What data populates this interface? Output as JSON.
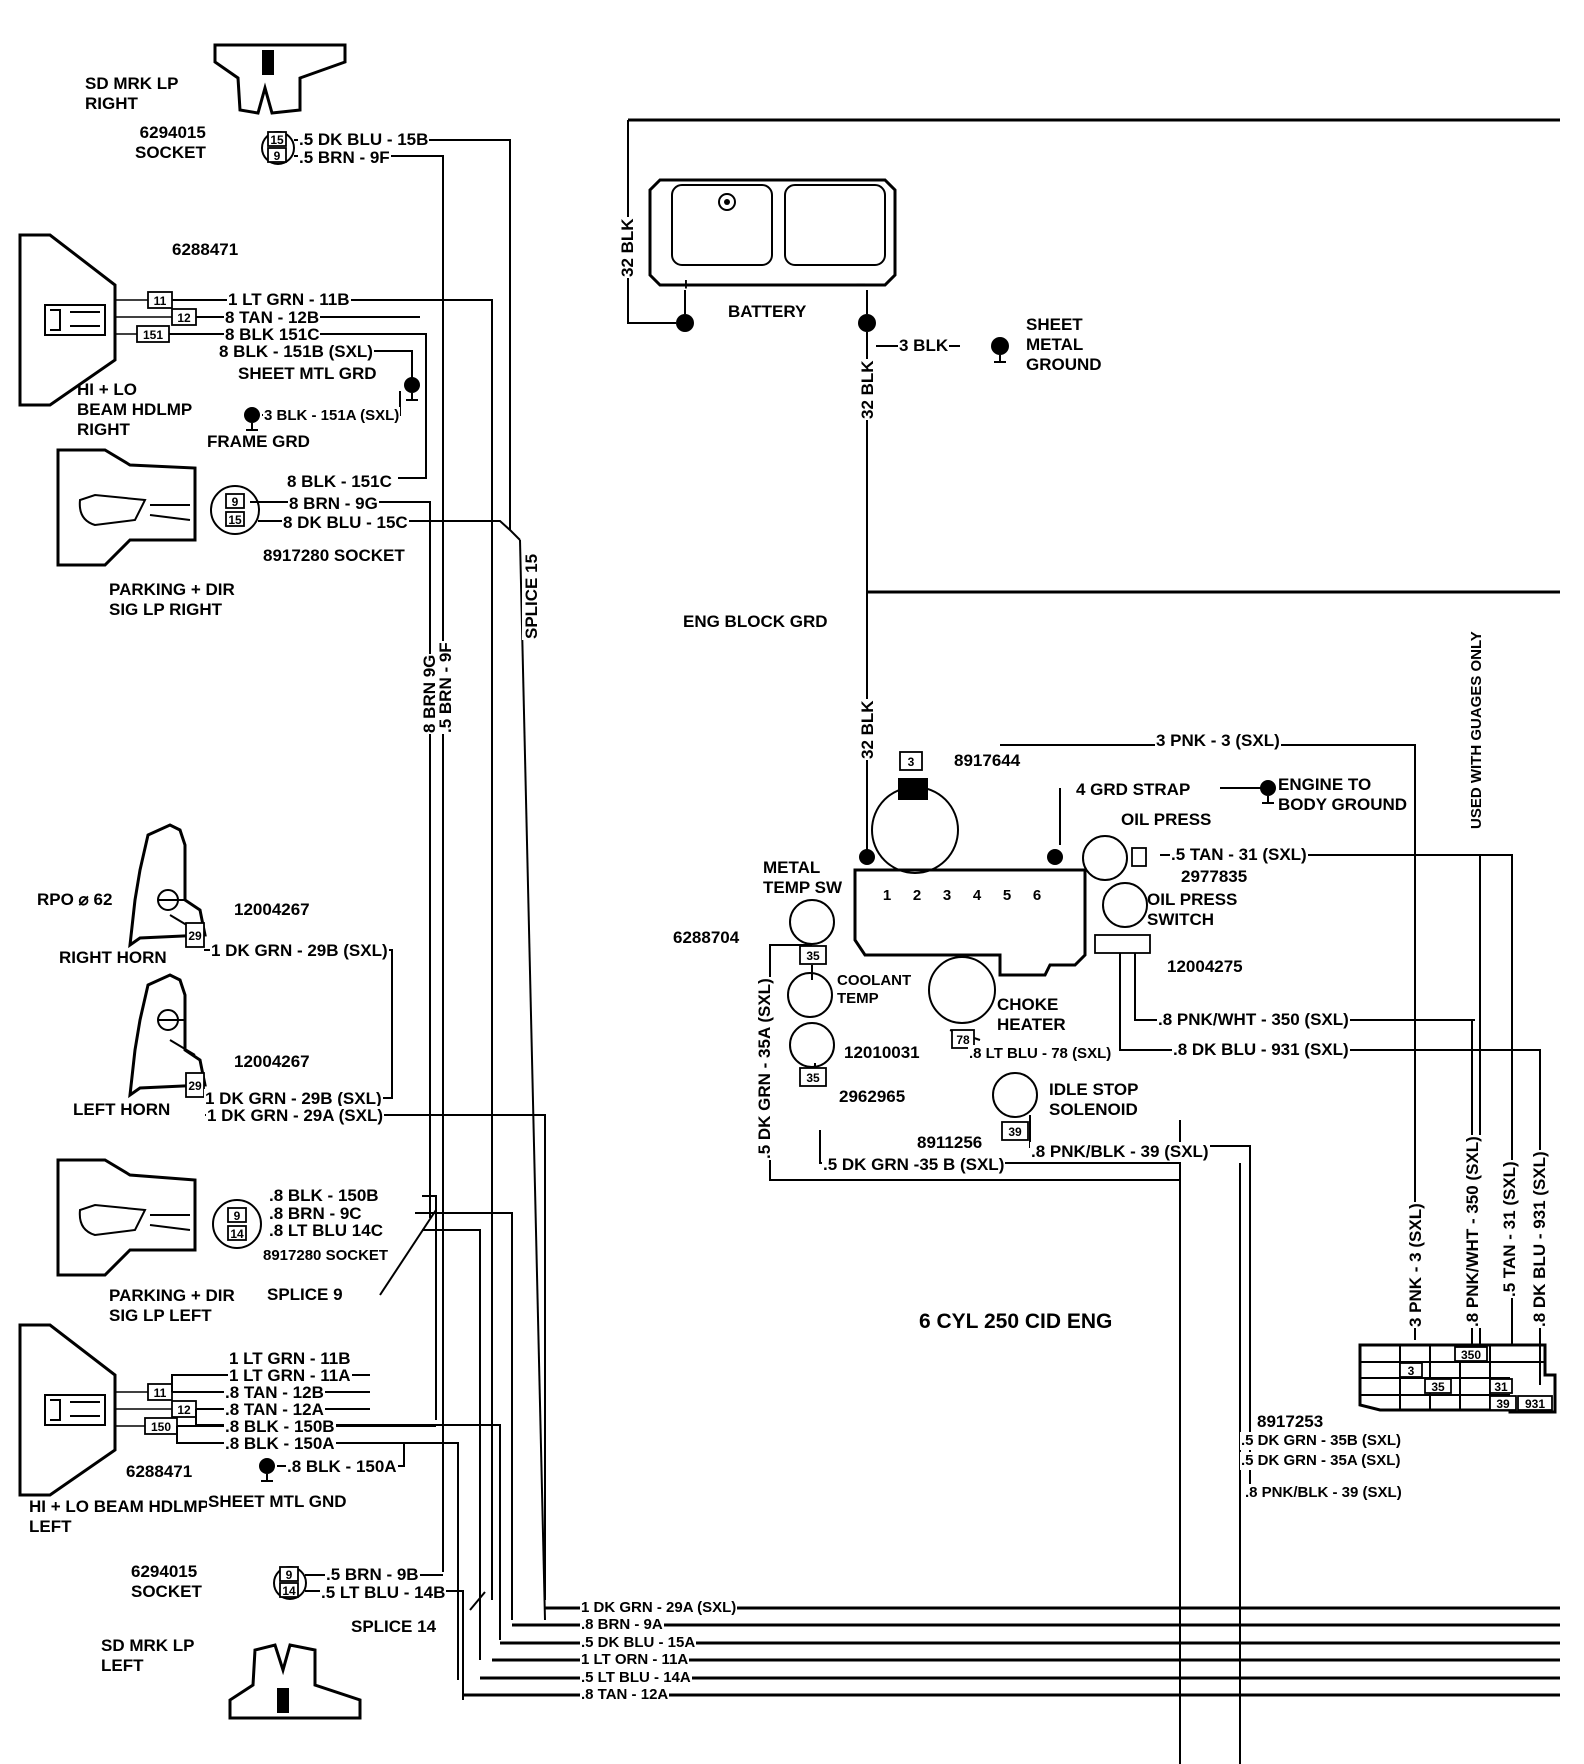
{
  "components": {
    "sd_mrk_right": {
      "name": "SD MRK LP\nRIGHT",
      "part": "6294015\nSOCKET"
    },
    "hdlmp_right": {
      "name": "HI + LO\nBEAM HDLMP\nRIGHT",
      "part": "6288471"
    },
    "sheet_mtl_grd": "SHEET MTL GRD",
    "frame_grd": "FRAME GRD",
    "park_right": {
      "name": "PARKING + DIR\nSIG LP RIGHT",
      "socket": "8917280 SOCKET"
    },
    "splice15": "SPLICE 15",
    "rpo": "RPO ⌀ 62",
    "right_horn": {
      "name": "RIGHT HORN",
      "part": "12004267"
    },
    "left_horn": {
      "name": "LEFT HORN",
      "part": "12004267"
    },
    "park_left": {
      "name": "PARKING + DIR\nSIG LP LEFT",
      "socket": "8917280 SOCKET"
    },
    "splice9": "SPLICE 9",
    "hdlmp_left": {
      "name": "HI + LO BEAM HDLMP\nLEFT",
      "part": "6288471"
    },
    "sheet_mtl_gnd": "SHEET MTL GND",
    "sd_mrk_left": {
      "name": "SD MRK LP\nLEFT",
      "part": "6294015\nSOCKET"
    },
    "splice14": "SPLICE 14",
    "battery": "BATTERY",
    "sheet_metal_ground": "SHEET\nMETAL\nGROUND",
    "eng_block_grd": "ENG BLOCK GRD",
    "alternator_part": "8917644",
    "grd_strap": "4 GRD STRAP",
    "engine_to_body": "ENGINE TO\nBODY GROUND",
    "oil_press": "OIL PRESS",
    "oil_press_part": "2977835",
    "oil_press_switch": "OIL PRESS\nSWITCH",
    "oil_press_switch_part": "12004275",
    "metal_temp": "METAL\nTEMP SW",
    "metal_temp_part": "6288704",
    "coolant_temp": "COOLANT\nTEMP",
    "coolant_part": "2962965",
    "choke_heater": "CHOKE\nHEATER",
    "choke_part": "12010031",
    "idle_stop": "IDLE STOP\nSOLENOID",
    "idle_part": "8911256",
    "used_with_gauges": "USED WITH GUAGES ONLY",
    "engine_label": "6 CYL 250 CID ENG",
    "connector_part": "8917253",
    "cylinder_numbers": [
      "1",
      "2",
      "3",
      "4",
      "5",
      "6"
    ]
  },
  "terminals": {
    "t15": "15",
    "t9": "9",
    "t11": "11",
    "t12": "12",
    "t151": "151",
    "t29": "29",
    "t150": "150",
    "t14": "14",
    "t3": "3",
    "t35": "35",
    "t78": "78",
    "t39": "39",
    "t350": "350",
    "t31": "31",
    "t931": "931",
    "plus": "+",
    "minus": "−"
  },
  "wires": {
    "w_15b": ".5 DK BLU - 15B",
    "w_9f": ".5 BRN - 9F",
    "w_11b": "1 LT GRN - 11B",
    "w_12b": "8 TAN - 12B",
    "w_151c": "8 BLK 151C",
    "w_151b": "8 BLK - 151B (SXL)",
    "w_151a": "3 BLK - 151A (SXL)",
    "w_151c2": "8 BLK - 151C",
    "w_9g": "8 BRN - 9G",
    "w_15c": "8 DK BLU - 15C",
    "w_v_9g": "8 BRN 9G",
    "w_v_9f": ".5 BRN - 9F",
    "w_29b": "1 DK GRN - 29B (SXL)",
    "w_29b2": "1 DK GRN - 29B (SXL)",
    "w_29a": "1 DK GRN - 29A (SXL)",
    "w_150b": ".8 BLK - 150B",
    "w_9c": ".8 BRN - 9C",
    "w_14c": ".8 LT BLU 14C",
    "w_11b2": "1 LT GRN - 11B",
    "w_11a": "1 LT GRN - 11A",
    "w_12b2": ".8 TAN - 12B",
    "w_12a": ".8 TAN - 12A",
    "w_150b2": ".8 BLK - 150B",
    "w_150a": ".8 BLK - 150A",
    "w_150a2": ".8 BLK - 150A",
    "w_9b": ".5 BRN - 9B",
    "w_14b": ".5 LT BLU - 14B",
    "w_out_29a": "1 DK GRN - 29A (SXL)",
    "w_out_9a": ".8 BRN - 9A",
    "w_out_15a": ".5 DK BLU - 15A",
    "w_out_11a": "1 LT ORN - 11A",
    "w_out_14a": ".5 LT BLU - 14A",
    "w_out_12a": ".8 TAN - 12A",
    "w_32blk_top": "32 BLK",
    "w_3blk": "3 BLK",
    "w_32blk_mid": "32 BLK",
    "w_32blk_low": "32 BLK",
    "w_3pnk": "3 PNK - 3 (SXL)",
    "w_31": ".5 TAN - 31 (SXL)",
    "w_35a_v": ".5 DK GRN - 35A (SXL)",
    "w_78": ".8 LT BLU - 78 (SXL)",
    "w_350": ".8 PNK/WHT - 350 (SXL)",
    "w_931": ".8 DK BLU - 931 (SXL)",
    "w_39": ".8 PNK/BLK - 39 (SXL)",
    "w_35b": ".5 DK GRN -35 B (SXL)",
    "w_r_3": "3 PNK - 3 (SXL)",
    "w_r_350": ".8 PNK/WHT - 350 (SXL)",
    "w_r_31": ".5 TAN - 31 (SXL)",
    "w_r_931": ".8 DK BLU - 931 (SXL)",
    "w_c_35b": ".5 DK GRN - 35B (SXL)",
    "w_c_35a": ".5 DK GRN - 35A (SXL)",
    "w_c_39": ".8 PNK/BLK - 39 (SXL)"
  }
}
